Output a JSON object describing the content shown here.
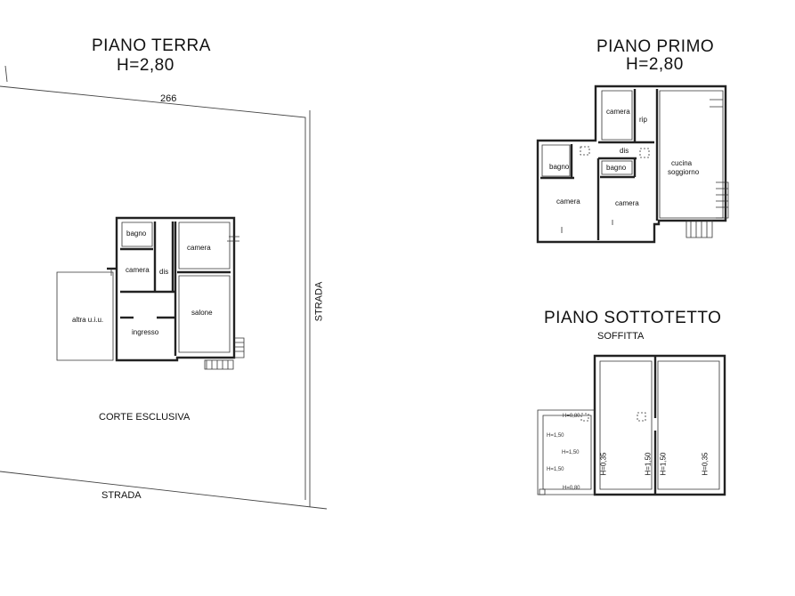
{
  "ground_floor": {
    "title": "PIANO TERRA",
    "height": "H=2,80",
    "parcel_number": "266",
    "street_right": "STRADA",
    "street_bottom": "STRADA",
    "courtyard": "CORTE ESCLUSIVA",
    "rooms": {
      "bagno": "bagno",
      "camera_left": "camera",
      "dis": "dis",
      "camera_right": "camera",
      "salone": "salone",
      "ingresso": "ingresso",
      "altra": "altra u.i.u."
    }
  },
  "first_floor": {
    "title": "PIANO PRIMO",
    "height": "H=2,80",
    "rooms": {
      "camera_top": "camera",
      "rip": "rip",
      "dis": "dis",
      "bagno_left": "bagno",
      "bagno_mid": "bagno",
      "cucina": "cucina",
      "soggiorno": "soggiorno",
      "camera_left": "camera",
      "camera_mid": "camera"
    }
  },
  "attic": {
    "title": "PIANO SOTTOTETTO",
    "subtitle": "SOFFITTA",
    "heights": {
      "h080_top": "H=0,80",
      "h150_a": "H=1,50",
      "h150_mid": "H=1,50",
      "h150_b": "H=1,50",
      "h080_bottom": "H=0,80",
      "v035_left": "H=0,35",
      "v150_a": "H=1,50",
      "v150_b": "H=1,50",
      "v035_right": "H=0,35"
    }
  }
}
